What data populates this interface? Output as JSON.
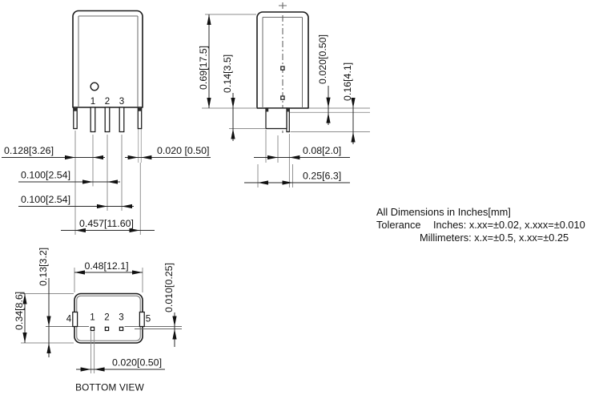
{
  "front": {
    "pins": [
      "1",
      "2",
      "3"
    ],
    "dim_pin1_offset": "0.128[3.26]",
    "dim_tab_width": "0.020 [0.50]",
    "dim_pitch_a": "0.100[2.54]",
    "dim_pitch_b": "0.100[2.54]",
    "dim_overall": "0.457[11.60]"
  },
  "side": {
    "dim_height": "0.69[17.5]",
    "dim_tab_length": "0.14[3.5]",
    "dim_standoff": "0.020[0.50]",
    "dim_pin_length": "0.16[4.1]",
    "dim_pin_depth": "0.08[2.0]",
    "dim_base_depth": "0.25[6.3]"
  },
  "bottom": {
    "title": "BOTTOM VIEW",
    "pins": [
      "4",
      "1",
      "2",
      "3",
      "5"
    ],
    "dim_width": "0.48[12.1]",
    "dim_offset": "0.010[0.25]",
    "dim_row_to_edge": "0.13[3.2]",
    "dim_depth": "0.34[8.6]",
    "dim_pin_width": "0.020[0.50]"
  },
  "notes": {
    "line1": "All Dimensions in Inches[mm]",
    "tolerance_label": "Tolerance",
    "tolerance_inches": "Inches: x.xx=±0.02, x.xxx=±0.010",
    "tolerance_mm": "Millimeters: x.x=±0.5, x.xx=±0.25"
  },
  "colors": {
    "ink": "#1a1a1a",
    "background": "#ffffff"
  }
}
